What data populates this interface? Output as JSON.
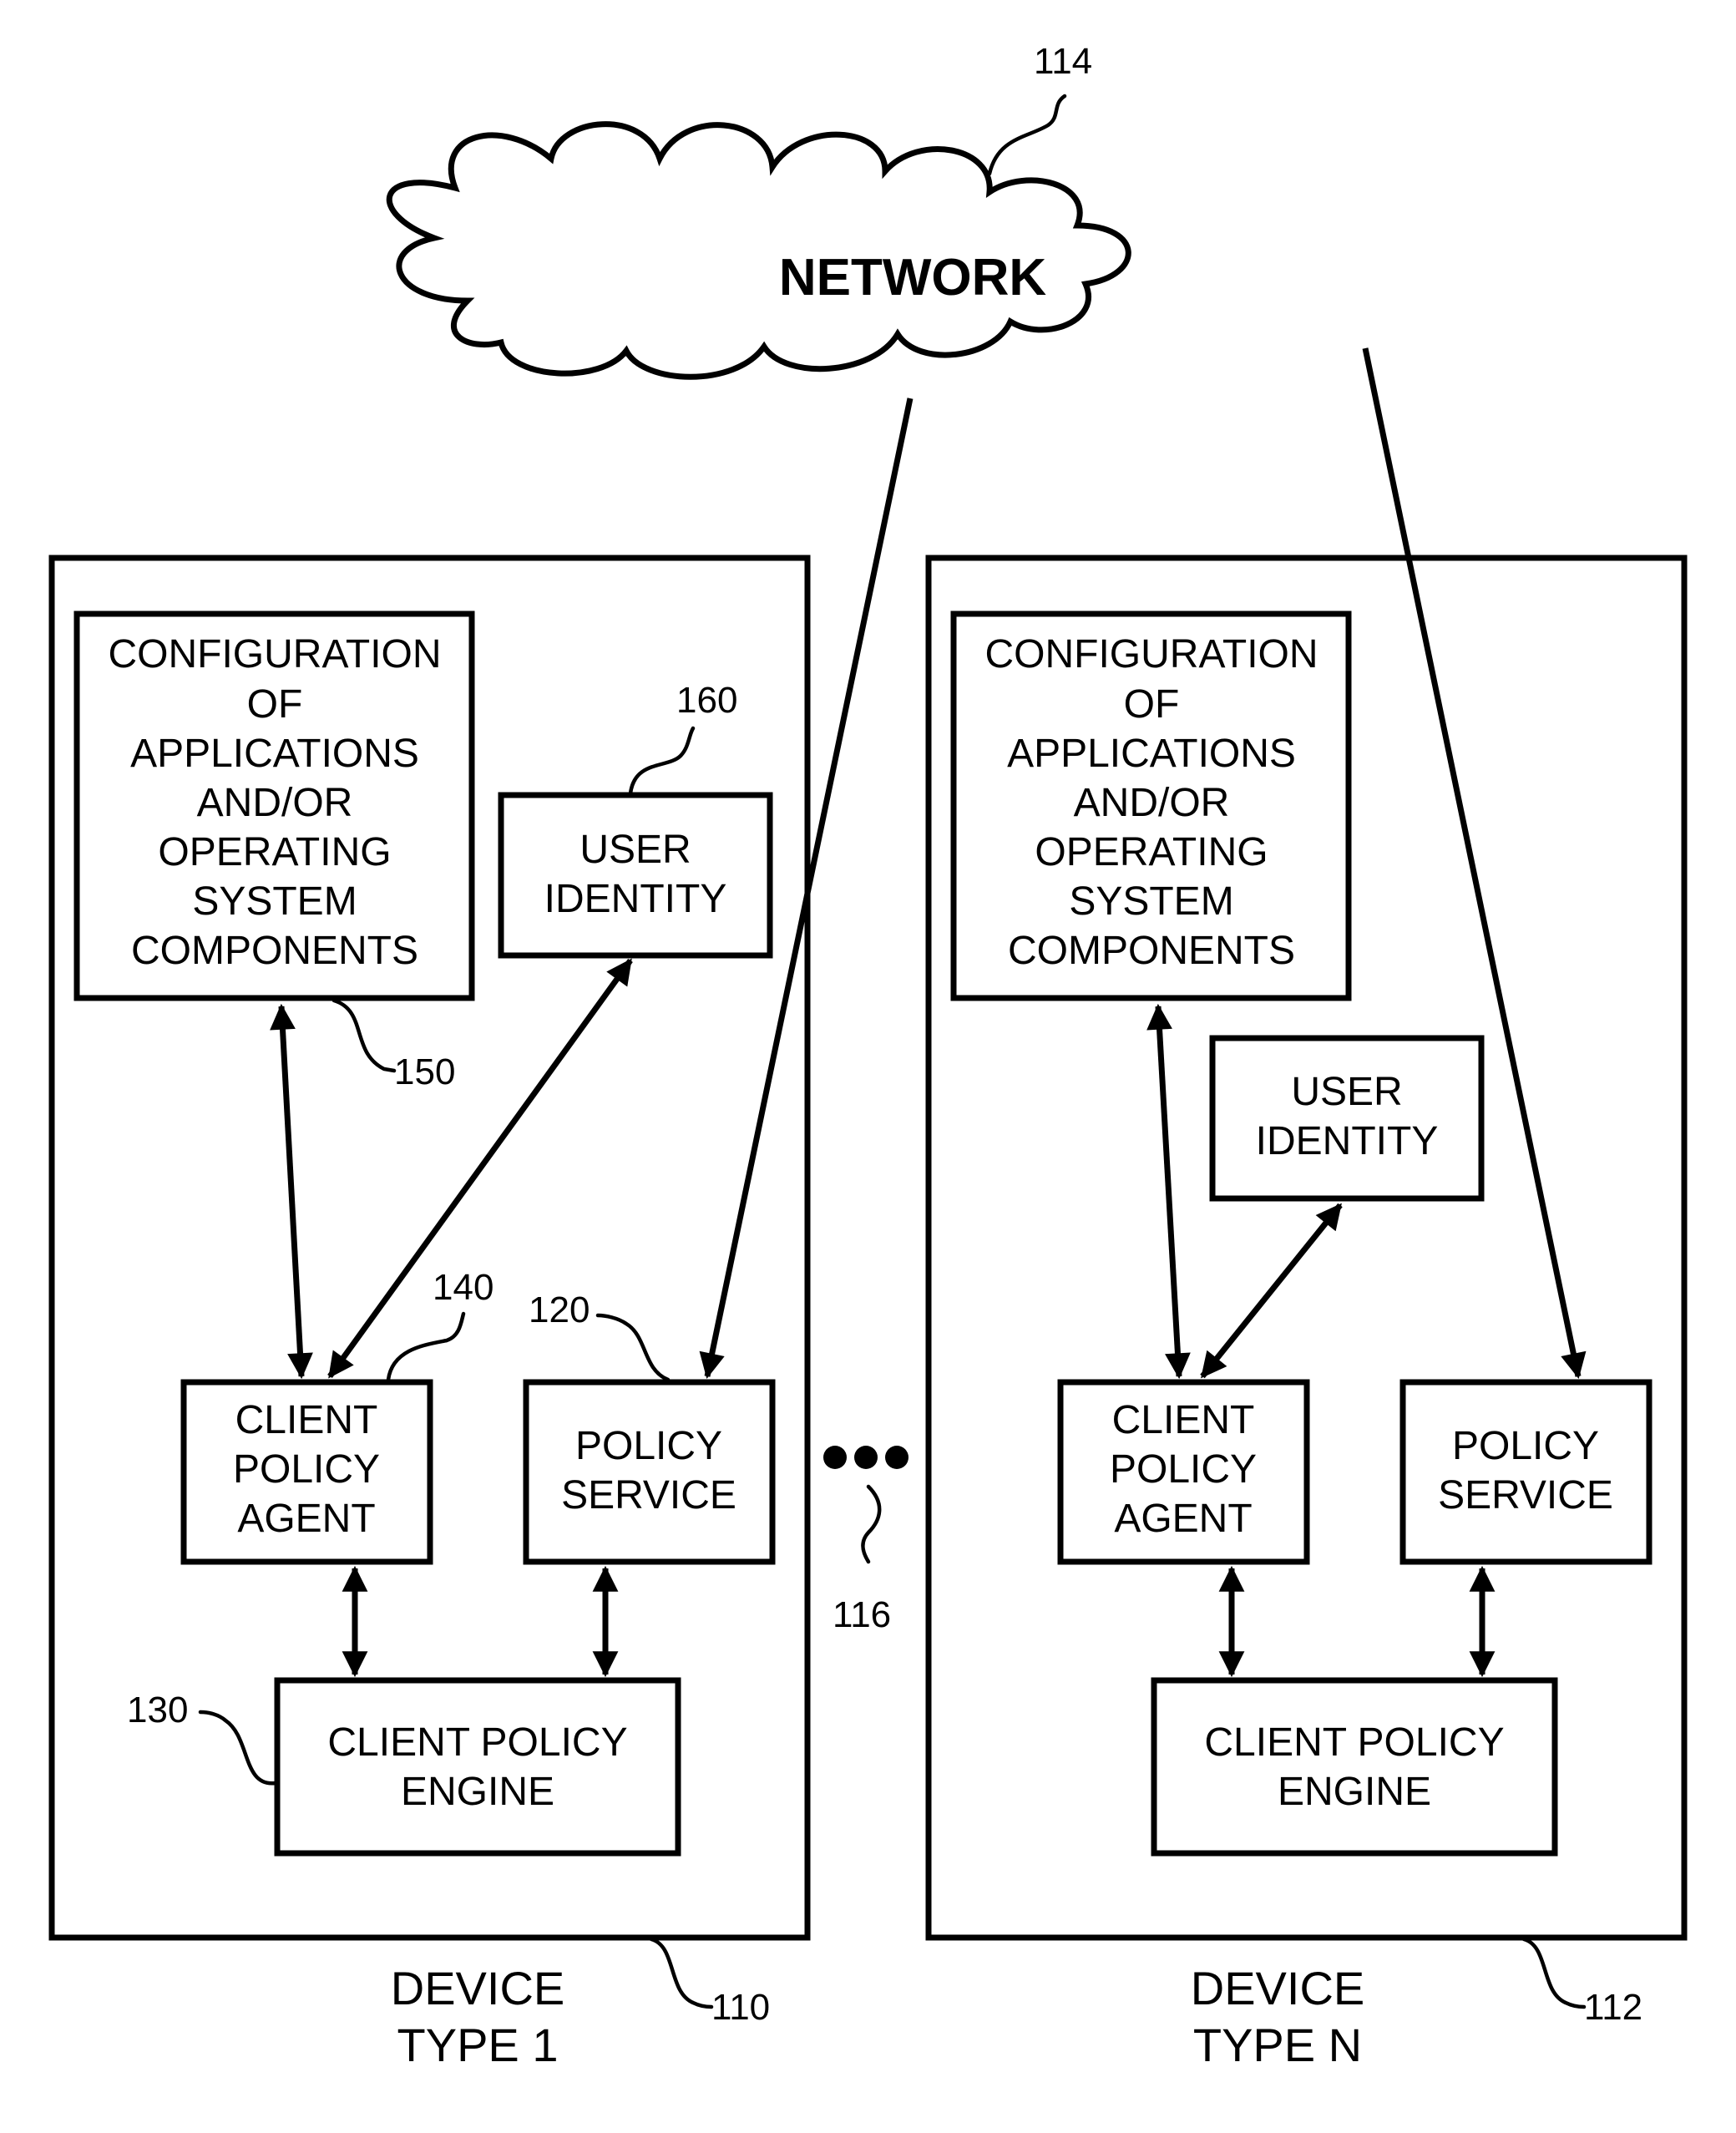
{
  "network": {
    "label": "NETWORK",
    "ref": "114"
  },
  "devices": [
    {
      "caption_line1": "DEVICE",
      "caption_line2": "TYPE 1",
      "ref": "110",
      "config": {
        "lines": [
          "CONFIGURATION",
          "OF",
          "APPLICATIONS",
          "AND/OR",
          "OPERATING",
          "SYSTEM",
          "COMPONENTS"
        ],
        "ref": "150"
      },
      "user_identity": {
        "lines": [
          "USER",
          "IDENTITY"
        ],
        "ref": "160"
      },
      "client_policy_agent": {
        "lines": [
          "CLIENT",
          "POLICY",
          "AGENT"
        ],
        "ref": "140"
      },
      "policy_service": {
        "lines": [
          "POLICY",
          "SERVICE"
        ],
        "ref": "120"
      },
      "client_policy_engine": {
        "lines": [
          "CLIENT POLICY",
          "ENGINE"
        ],
        "ref": "130"
      }
    },
    {
      "caption_line1": "DEVICE",
      "caption_line2": "TYPE N",
      "ref": "112",
      "config": {
        "lines": [
          "CONFIGURATION",
          "OF",
          "APPLICATIONS",
          "AND/OR",
          "OPERATING",
          "SYSTEM",
          "COMPONENTS"
        ]
      },
      "user_identity": {
        "lines": [
          "USER",
          "IDENTITY"
        ]
      },
      "client_policy_agent": {
        "lines": [
          "CLIENT",
          "POLICY",
          "AGENT"
        ]
      },
      "policy_service": {
        "lines": [
          "POLICY",
          "SERVICE"
        ]
      },
      "client_policy_engine": {
        "lines": [
          "CLIENT POLICY",
          "ENGINE"
        ]
      }
    }
  ],
  "ellipsis": {
    "ref": "116"
  }
}
